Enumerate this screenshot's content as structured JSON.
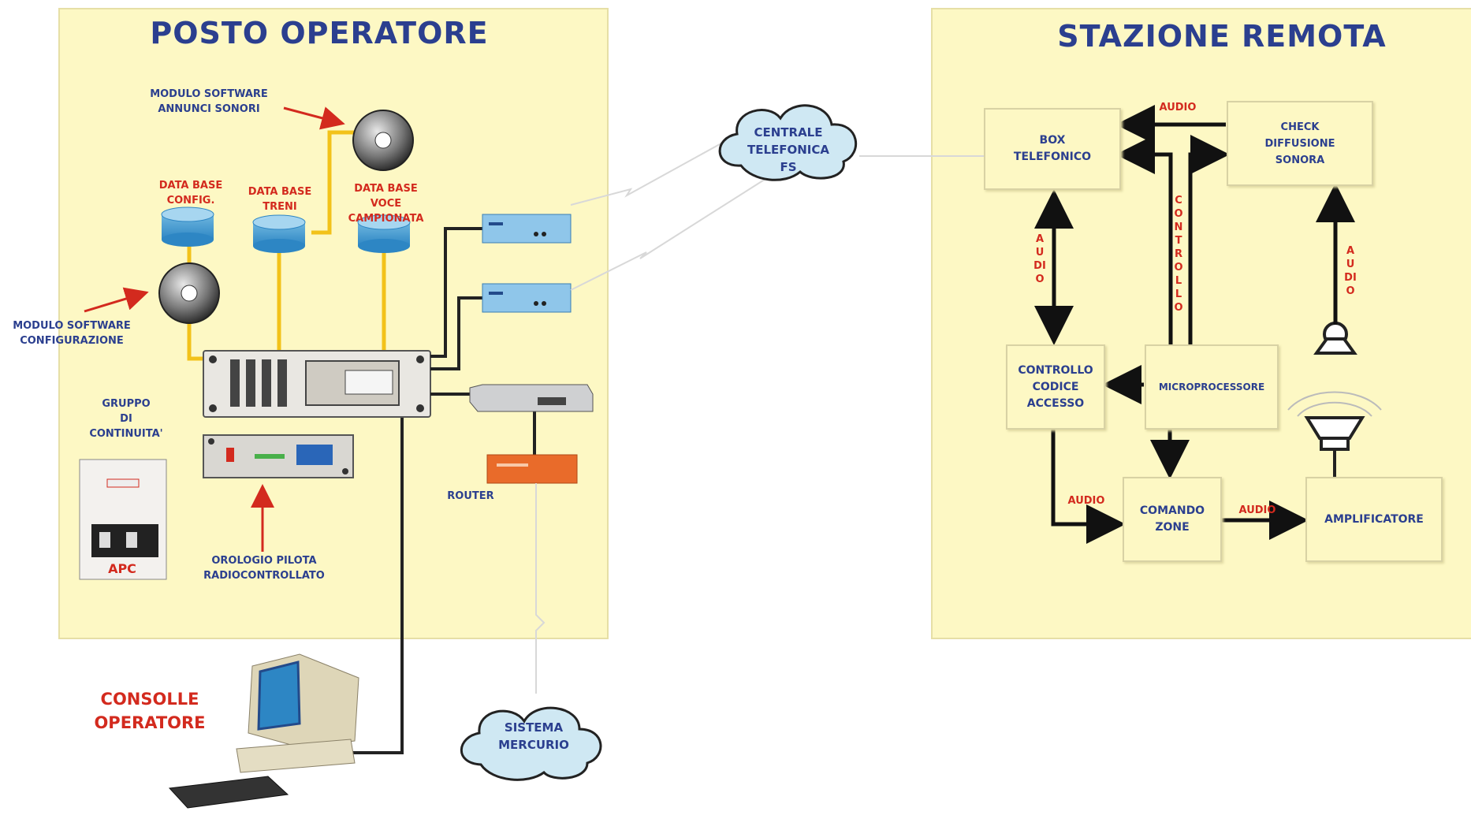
{
  "operator": {
    "title": "POSTO OPERATORE",
    "modulo_annunci": "MODULO SOFTWARE\nANNUNCI SONORI",
    "modulo_config": "MODULO SOFTWARE\nCONFIGURAZIONE",
    "db_config": "DATA BASE\nCONFIG.",
    "db_treni": "DATA BASE\nTRENI",
    "db_voce": "DATA BASE\nVOCE\nCAMPIONATA",
    "gruppo": "GRUPPO\nDI\nCONTINUITA'",
    "apc": "APC",
    "orologio": "OROLOGIO PILOTA\nRADIOCONTROLLATO",
    "router": "ROUTER",
    "consolle": "CONSOLLE\nOPERATORE"
  },
  "clouds": {
    "centrale": "CENTRALE\nTELEFONICA\nFS",
    "mercurio": "SISTEMA\nMERCURIO"
  },
  "remote": {
    "title": "STAZIONE REMOTA",
    "box_telefonico": "BOX\nTELEFONICO",
    "check": "CHECK\nDIFFUSIONE\nSONORA",
    "controllo_codice": "CONTROLLO\nCODICE\nACCESSO",
    "microprocessore": "MICROPROCESSORE",
    "comando_zone": "COMANDO\nZONE",
    "amplificatore": "AMPLIFICATORE",
    "label_audio": "AUDIO",
    "label_controllo": "CONTROLLO"
  },
  "colors": {
    "panel": "#fdf8c4",
    "title_blue": "#2b3f8f",
    "label_red": "#d32a1e",
    "cable_yellow": "#f2c21a",
    "cloud": "#cfe8f3"
  }
}
